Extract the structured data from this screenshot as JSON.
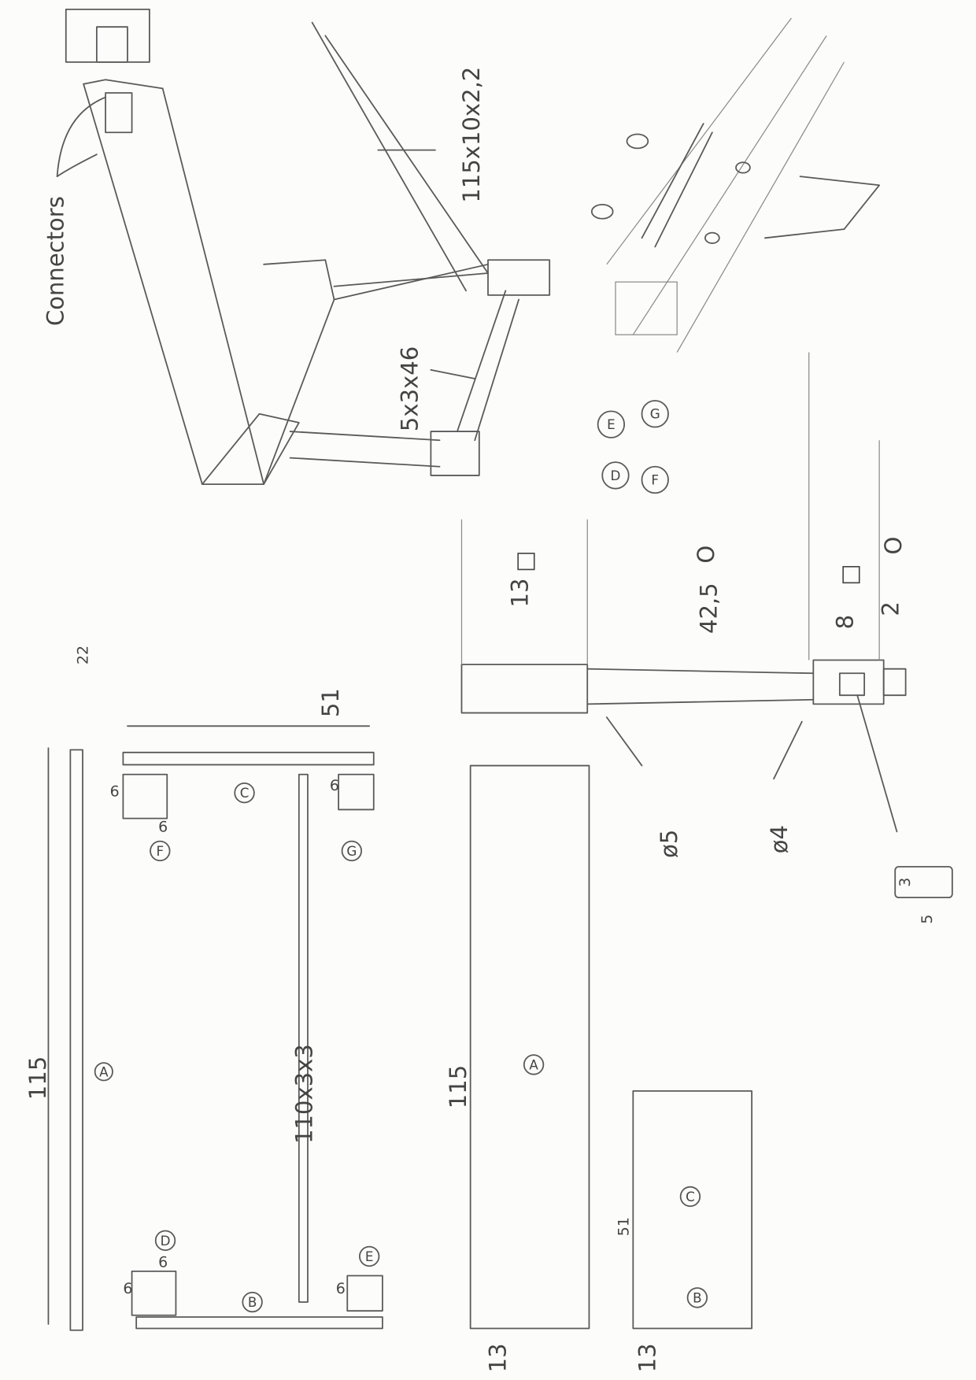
{
  "sketch": {
    "connectors_label": "Connectors",
    "rail_dims": "115x10x2,2",
    "stretcher_dims": "5x3x46",
    "top_length": "115",
    "top_thickness": "22",
    "side_length": "51",
    "beam_dims": "110x3x3",
    "block_size": "6",
    "panel_a_length": "115",
    "panel_a_width": "13",
    "panel_bc_length": "51",
    "panel_bc_width": "13",
    "leg_top_height": "13",
    "leg_top_shape": "□",
    "leg_shaft_height": "42,5",
    "leg_shaft_shape": "O",
    "leg_block_height": "8",
    "leg_block_shape": "□",
    "leg_foot_height": "2",
    "leg_foot_shape": "O",
    "diameter_top": "ø5",
    "diameter_bottom": "ø4",
    "slot_width": "3",
    "slot_height": "5",
    "part_labels": [
      "A",
      "B",
      "C",
      "D",
      "E",
      "F",
      "G"
    ]
  }
}
